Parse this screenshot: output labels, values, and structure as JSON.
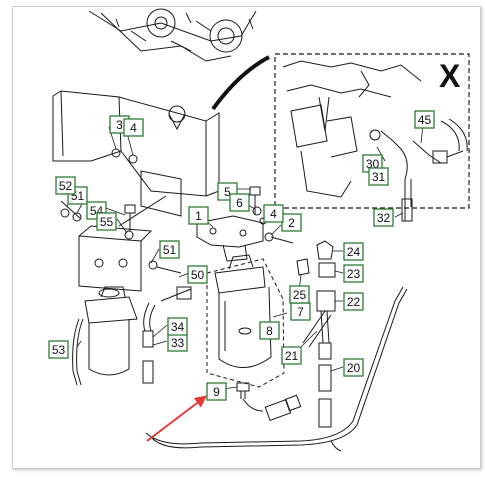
{
  "diagram": {
    "detail_letter": "X",
    "callouts": [
      "1",
      "2",
      "3",
      "4",
      "4",
      "5",
      "6",
      "7",
      "8",
      "9",
      "20",
      "21",
      "22",
      "23",
      "24",
      "25",
      "30",
      "31",
      "32",
      "33",
      "34",
      "45",
      "50",
      "51",
      "51",
      "52",
      "53",
      "54",
      "55"
    ],
    "colors": {
      "callout_border": "#2e7d32",
      "line": "#1a1a1a",
      "arrow": "#e53935"
    }
  }
}
